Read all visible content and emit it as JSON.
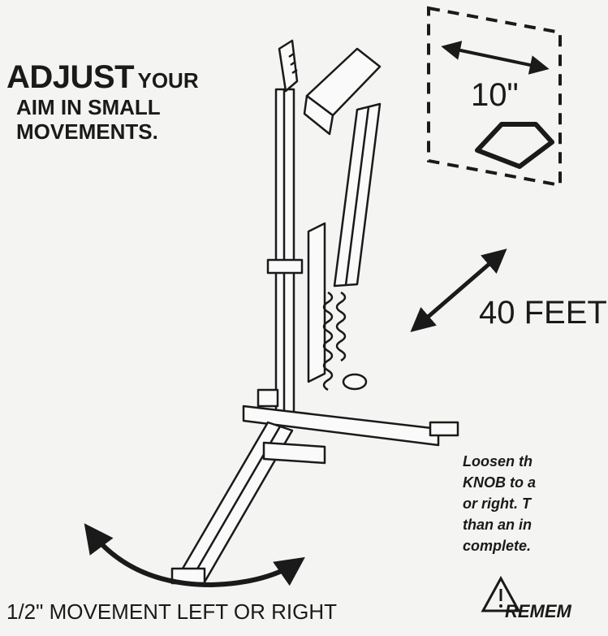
{
  "headline": {
    "word_big": "ADJUST",
    "word_small": "YOUR",
    "line2": "AIM IN SMALL",
    "line3": "MOVEMENTS."
  },
  "target_label": "10\"",
  "distance_label": "40 FEET",
  "instructions": [
    "Loosen th",
    "KNOB to a",
    "or right. T",
    "than an in",
    "complete."
  ],
  "movement_caption": "1/2\" MOVEMENT LEFT OR RIGHT",
  "warning_text": "REMEM",
  "icons": [
    "double-arrow-icon",
    "home-plate-icon",
    "curved-arrow-icon",
    "warning-triangle-icon",
    "pitching-machine-illustration"
  ]
}
